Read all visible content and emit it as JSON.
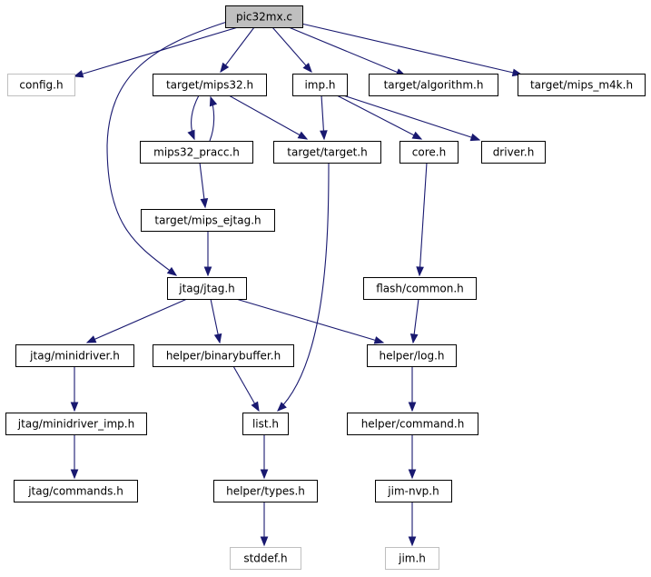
{
  "diagram": {
    "title": "",
    "colors": {
      "root_fill": "#bfbfbf",
      "node_fill": "#ffffff",
      "node_border": "#000000",
      "missing_border": "#bfbfbf",
      "missing_text": "#808080",
      "edge": "#191970"
    },
    "nodes": [
      {
        "id": "pic32mx",
        "label": "pic32mx.c",
        "kind": "root"
      },
      {
        "id": "config",
        "label": "config.h",
        "kind": "missing"
      },
      {
        "id": "mips32",
        "label": "target/mips32.h",
        "kind": "normal"
      },
      {
        "id": "imp",
        "label": "imp.h",
        "kind": "normal"
      },
      {
        "id": "algorithm",
        "label": "target/algorithm.h",
        "kind": "normal"
      },
      {
        "id": "mips_m4k",
        "label": "target/mips_m4k.h",
        "kind": "normal"
      },
      {
        "id": "pracc",
        "label": "mips32_pracc.h",
        "kind": "normal"
      },
      {
        "id": "target",
        "label": "target/target.h",
        "kind": "normal"
      },
      {
        "id": "core",
        "label": "core.h",
        "kind": "normal"
      },
      {
        "id": "driver",
        "label": "driver.h",
        "kind": "normal"
      },
      {
        "id": "ejtag",
        "label": "target/mips_ejtag.h",
        "kind": "normal"
      },
      {
        "id": "jtag",
        "label": "jtag/jtag.h",
        "kind": "normal"
      },
      {
        "id": "flashcommon",
        "label": "flash/common.h",
        "kind": "normal"
      },
      {
        "id": "minidriver",
        "label": "jtag/minidriver.h",
        "kind": "normal"
      },
      {
        "id": "binarybuffer",
        "label": "helper/binarybuffer.h",
        "kind": "normal"
      },
      {
        "id": "log",
        "label": "helper/log.h",
        "kind": "normal"
      },
      {
        "id": "minidriver_imp",
        "label": "jtag/minidriver_imp.h",
        "kind": "normal"
      },
      {
        "id": "list",
        "label": "list.h",
        "kind": "normal"
      },
      {
        "id": "command",
        "label": "helper/command.h",
        "kind": "normal"
      },
      {
        "id": "commands",
        "label": "jtag/commands.h",
        "kind": "normal"
      },
      {
        "id": "types",
        "label": "helper/types.h",
        "kind": "normal"
      },
      {
        "id": "jimnvp",
        "label": "jim-nvp.h",
        "kind": "normal"
      },
      {
        "id": "stddef",
        "label": "stddef.h",
        "kind": "missing"
      },
      {
        "id": "jim",
        "label": "jim.h",
        "kind": "missing"
      }
    ],
    "edges": [
      {
        "from": "pic32mx",
        "to": "config"
      },
      {
        "from": "pic32mx",
        "to": "mips32"
      },
      {
        "from": "pic32mx",
        "to": "imp"
      },
      {
        "from": "pic32mx",
        "to": "algorithm"
      },
      {
        "from": "pic32mx",
        "to": "mips_m4k"
      },
      {
        "from": "pic32mx",
        "to": "jtag"
      },
      {
        "from": "mips32",
        "to": "pracc"
      },
      {
        "from": "pracc",
        "to": "mips32"
      },
      {
        "from": "mips32",
        "to": "target"
      },
      {
        "from": "imp",
        "to": "target"
      },
      {
        "from": "imp",
        "to": "core"
      },
      {
        "from": "imp",
        "to": "driver"
      },
      {
        "from": "pracc",
        "to": "ejtag"
      },
      {
        "from": "ejtag",
        "to": "jtag"
      },
      {
        "from": "target",
        "to": "list"
      },
      {
        "from": "core",
        "to": "flashcommon"
      },
      {
        "from": "flashcommon",
        "to": "log"
      },
      {
        "from": "jtag",
        "to": "minidriver"
      },
      {
        "from": "jtag",
        "to": "binarybuffer"
      },
      {
        "from": "jtag",
        "to": "log"
      },
      {
        "from": "minidriver",
        "to": "minidriver_imp"
      },
      {
        "from": "minidriver_imp",
        "to": "commands"
      },
      {
        "from": "binarybuffer",
        "to": "list"
      },
      {
        "from": "list",
        "to": "types"
      },
      {
        "from": "types",
        "to": "stddef"
      },
      {
        "from": "log",
        "to": "command"
      },
      {
        "from": "command",
        "to": "jimnvp"
      },
      {
        "from": "jimnvp",
        "to": "jim"
      }
    ]
  }
}
